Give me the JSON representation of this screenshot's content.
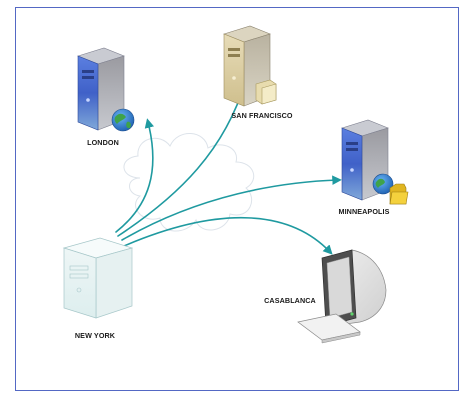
{
  "nodes": {
    "london": {
      "label": "LONDON"
    },
    "san_francisco": {
      "label": "SAN FRANCISCO"
    },
    "minneapolis": {
      "label": "MINNEAPOLIS"
    },
    "casablanca": {
      "label": "CASABLANCA"
    },
    "new_york": {
      "label": "NEW YORK"
    }
  },
  "connections": [
    {
      "from": "NEW YORK",
      "to": "LONDON"
    },
    {
      "from": "NEW YORK",
      "to": "SAN FRANCISCO"
    },
    {
      "from": "NEW YORK",
      "to": "MINNEAPOLIS"
    },
    {
      "from": "NEW YORK",
      "to": "CASABLANCA"
    }
  ],
  "colors": {
    "frame": "#5468c4",
    "arrow": "#1f9aa0",
    "server_blue": "#3f66c9",
    "server_tan": "#d9c99a",
    "monitor": "#5f5f5f",
    "folder": "#f1cf37",
    "globe": "#2e7dd0"
  }
}
